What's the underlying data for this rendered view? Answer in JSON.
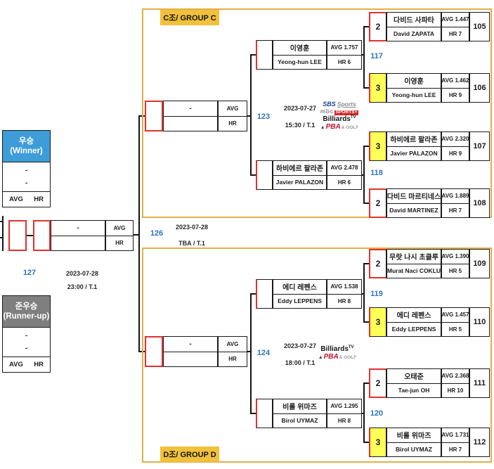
{
  "left": {
    "winner": {
      "title_ko": "우승",
      "title_en": "(Winner)",
      "dash1": "-",
      "dash2": "-",
      "avg": "AVG",
      "hr": "HR"
    },
    "runner_up": {
      "title_ko": "준우승",
      "title_en": "(Runner-up)",
      "dash1": "-",
      "dash2": "-",
      "avg": "AVG",
      "hr": "HR"
    },
    "final_match": {
      "no": "127",
      "date": "2023-07-28",
      "time": "23:00 / T.1",
      "name": "-",
      "avg": "AVG",
      "hr": "HR"
    },
    "semifinal": {
      "no": "126",
      "date": "2023-07-28",
      "time": "TBA / T.1"
    }
  },
  "group_c": {
    "label": "C조/ GROUP C",
    "center": {
      "no": "123",
      "name": "-",
      "avg": "AVG",
      "hr": "HR",
      "date": "2023-07-27",
      "time": "15:30 / T.1"
    },
    "match_nos": [
      "117",
      "118"
    ],
    "semis": [
      {
        "name_ko": "이영훈",
        "name_en": "Yeong-hun LEE",
        "avg": "AVG 1.757",
        "hr": "HR 6"
      },
      {
        "name_ko": "하비에르 팔라존",
        "name_en": "Javier PALAZON",
        "avg": "AVG 2.478",
        "hr": "HR 6"
      }
    ],
    "players": [
      {
        "seed": "2",
        "name_ko": "다비드 사파타",
        "name_en": "David ZAPATA",
        "avg": "AVG 1.447",
        "hr": "HR 7",
        "code": "105"
      },
      {
        "seed": "3",
        "name_ko": "이영훈",
        "name_en": "Yeong-hun LEE",
        "avg": "AVG 1.462",
        "hr": "HR 9",
        "code": "106"
      },
      {
        "seed": "3",
        "name_ko": "하비에르 팔라존",
        "name_en": "Javier PALAZON",
        "avg": "AVG 2.320",
        "hr": "HR 9",
        "code": "107"
      },
      {
        "seed": "2",
        "name_ko": "다비드 마르티네스",
        "name_en": "David MARTINEZ",
        "avg": "AVG 1.889",
        "hr": "HR 7",
        "code": "108"
      }
    ]
  },
  "group_d": {
    "label": "D조/ GROUP D",
    "center": {
      "no": "124",
      "name": "-",
      "avg": "AVG",
      "hr": "HR",
      "date": "2023-07-27",
      "time": "18:00 / T.1"
    },
    "match_nos": [
      "119",
      "120"
    ],
    "semis": [
      {
        "name_ko": "에디 레펜스",
        "name_en": "Eddy LEPPENS",
        "avg": "AVG 1.538",
        "hr": "HR 8"
      },
      {
        "name_ko": "비롤 위마즈",
        "name_en": "Birol UYMAZ",
        "avg": "AVG 1.295",
        "hr": "HR 8"
      }
    ],
    "players": [
      {
        "seed": "2",
        "name_ko": "무랏 나시 초클루",
        "name_en": "Murat Naci COKLU",
        "avg": "AVG 1.390",
        "hr": "HR 5",
        "code": "109"
      },
      {
        "seed": "3",
        "name_ko": "에디 레펜스",
        "name_en": "Eddy LEPPENS",
        "avg": "AVG 1.457",
        "hr": "HR 5",
        "code": "110"
      },
      {
        "seed": "2",
        "name_ko": "오태준",
        "name_en": "Tae-jun OH",
        "avg": "AVG 2.368",
        "hr": "HR 10",
        "code": "111"
      },
      {
        "seed": "3",
        "name_ko": "비롤 위마즈",
        "name_en": "Birol UYMAZ",
        "avg": "AVG 1.731",
        "hr": "HR 7",
        "code": "112"
      }
    ]
  },
  "logos": {
    "sbs_a": "SBS",
    "sbs_b": "Sports",
    "mbc_a": "mbc",
    "mbc_b": "SPORTS+",
    "btv_a": "Billiards",
    "btv_b": "TV",
    "pba_a": "PBA",
    "pba_b": "& GOLF",
    "pba_icon": "▲"
  },
  "colors": {
    "group_border": "#E2AE4A",
    "label_bg": "#F1C13C",
    "winner_bg": "#3E9CD9",
    "runnerup_bg": "#7F7F7F",
    "highlight": "#FFFF59",
    "red_border": "#E0312E",
    "match_no_blue": "#2E74B5"
  }
}
